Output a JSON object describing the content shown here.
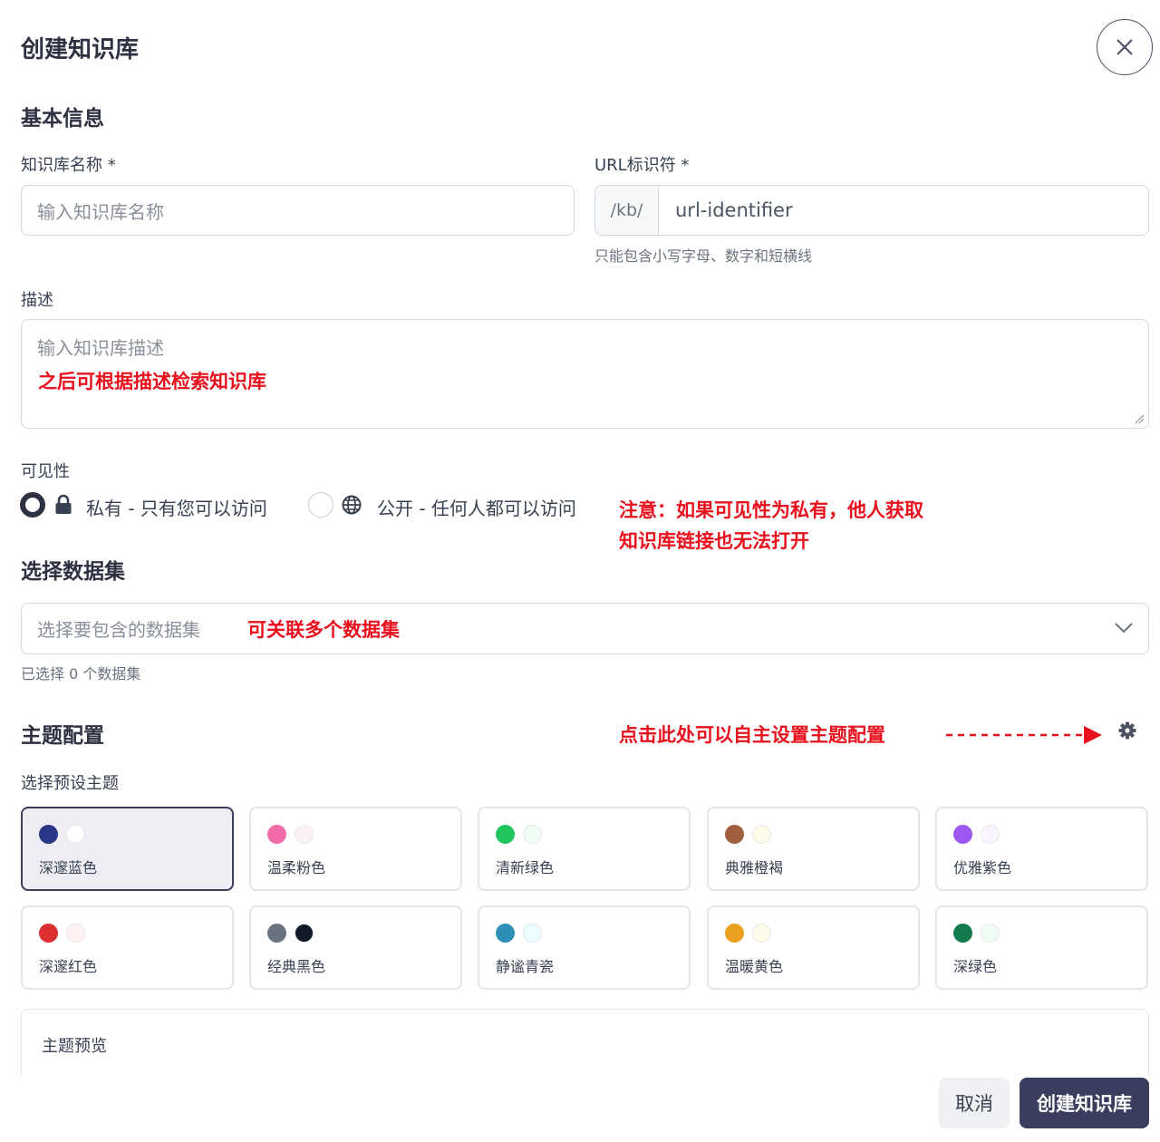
{
  "dialog": {
    "title": "创建知识库",
    "close_icon": "close-icon"
  },
  "basic": {
    "title": "基本信息",
    "name_label": "知识库名称 *",
    "name_placeholder": "输入知识库名称",
    "url_label": "URL标识符 *",
    "url_prefix": "/kb/",
    "url_placeholder": "url-identifier",
    "url_help": "只能包含小写字母、数字和短横线",
    "desc_label": "描述",
    "desc_placeholder": "输入知识库描述"
  },
  "visibility": {
    "label": "可见性",
    "options": [
      {
        "label": "私有 - 只有您可以访问",
        "icon": "lock-icon",
        "checked": true
      },
      {
        "label": "公开 - 任何人都可以访问",
        "icon": "globe-icon",
        "checked": false
      }
    ]
  },
  "datasets": {
    "title": "选择数据集",
    "placeholder": "选择要包含的数据集",
    "help": "已选择 0 个数据集"
  },
  "theme": {
    "title": "主题配置",
    "preset_label": "选择预设主题",
    "settings_icon": "gear-icon",
    "presets": [
      {
        "name": "深邃蓝色",
        "primary": "#283685",
        "secondary": "#ffffff",
        "selected": true
      },
      {
        "name": "温柔粉色",
        "primary": "#f06ba8",
        "secondary": "#fdf2f8",
        "selected": false
      },
      {
        "name": "清新绿色",
        "primary": "#22c55e",
        "secondary": "#f0fdf4",
        "selected": false
      },
      {
        "name": "典雅橙褐",
        "primary": "#a0603f",
        "secondary": "#fefce8",
        "selected": false
      },
      {
        "name": "优雅紫色",
        "primary": "#9e56f0",
        "secondary": "#faf5ff",
        "selected": false
      },
      {
        "name": "深邃红色",
        "primary": "#dc2f2f",
        "secondary": "#fef2f2",
        "selected": false
      },
      {
        "name": "经典黑色",
        "primary": "#6b7280",
        "secondary": "#111827",
        "selected": false
      },
      {
        "name": "静谧青瓷",
        "primary": "#2e8fb6",
        "secondary": "#ecfeff",
        "selected": false
      },
      {
        "name": "温暖黄色",
        "primary": "#eca01f",
        "secondary": "#fefce8",
        "selected": false
      },
      {
        "name": "深绿色",
        "primary": "#137a4e",
        "secondary": "#f0fdf4",
        "selected": false
      }
    ],
    "preview_label": "主题预览"
  },
  "annotations": {
    "desc_note": "之后可根据描述检索知识库",
    "visibility_note_line1": "注意：如果可见性为私有，他人获取",
    "visibility_note_line2": "知识库链接也无法打开",
    "datasets_note": "可关联多个数据集",
    "theme_note": "点击此处可以自主设置主题配置"
  },
  "footer": {
    "cancel_label": "取消",
    "create_label": "创建知识库"
  },
  "colors": {
    "accent": "#3b3d5e",
    "annotation": "#e8101c",
    "border": "#d5d8de"
  }
}
